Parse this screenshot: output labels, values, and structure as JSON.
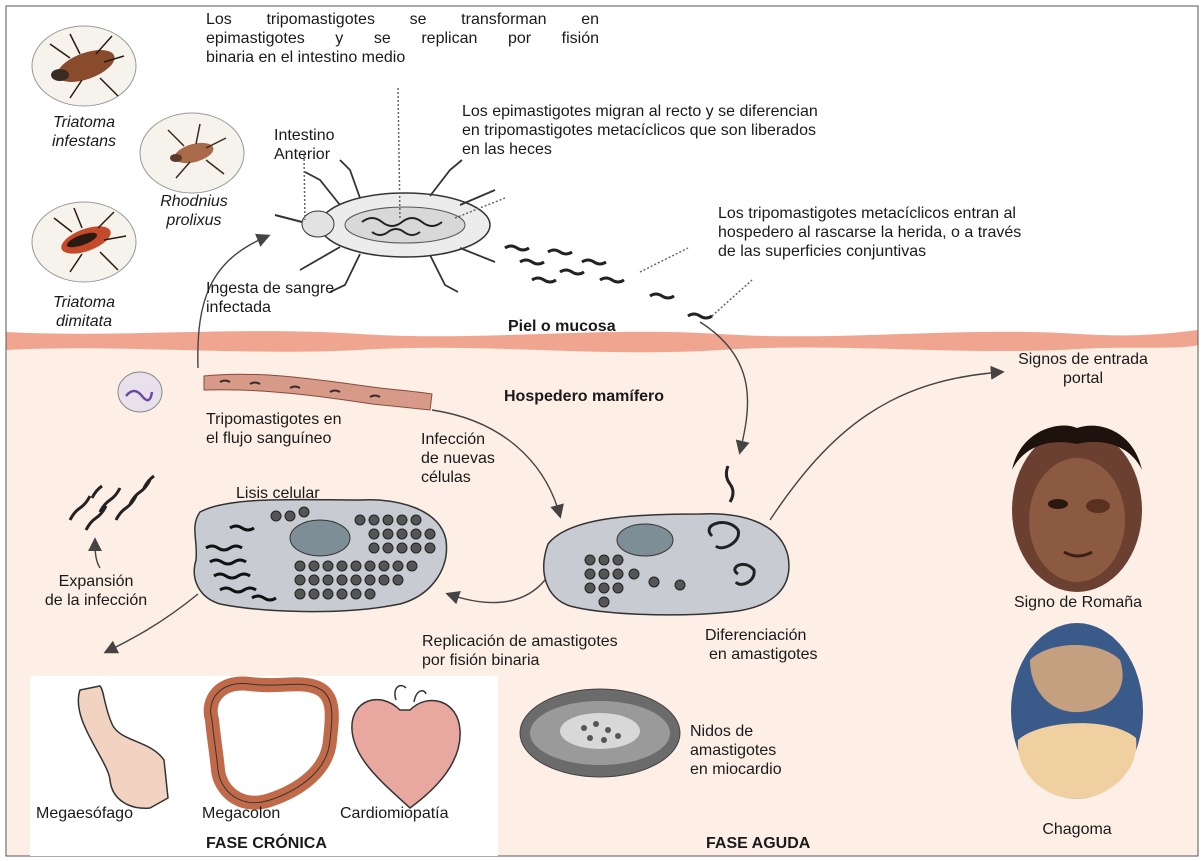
{
  "species": [
    {
      "label": "Triatoma infestans",
      "lines": [
        "Triatoma",
        "infestans"
      ]
    },
    {
      "label": "Rhodnius prolixus",
      "lines": [
        "Rhodnius",
        "prolixus"
      ]
    },
    {
      "label": "Triatoma dimitata",
      "lines": [
        "Triatoma",
        "dimitata"
      ]
    }
  ],
  "vector": {
    "intestino_anterior": [
      "Intestino",
      "Anterior"
    ],
    "transform_note": [
      "Los tripomastigotes se transforman en",
      "epimastigotes  y se replican por fisión",
      "binaria en el intestino medio"
    ],
    "migrate_note": [
      "Los epimastigotes migran al recto y se diferencian",
      "en tripomastigotes metacíclicos que son liberados",
      "en las heces"
    ],
    "enter_note": [
      "Los tripomastigotes metacíclicos entran al",
      "hospedero al rascarse la herida, o a través",
      "de las superficies conjuntivas"
    ],
    "ingesta": [
      "Ingesta de sangre",
      "infectada"
    ]
  },
  "host": {
    "skin_label": "Piel o mucosa",
    "host_label": "Hospedero mamífero",
    "tripo_blood": [
      "Tripomastigotes en",
      "el flujo sanguíneo"
    ],
    "infection_new_cells": [
      "Infección",
      "de nuevas",
      "células"
    ],
    "lisis": "Lisis celular",
    "expansion": [
      "Expansión",
      "de la infección"
    ],
    "replication": [
      "Replicación de amastigotes",
      "por fisión binaria"
    ],
    "differentiation": [
      "Diferenciación",
      "en amastigotes"
    ],
    "nidos": [
      "Nidos de",
      "amastigotes",
      "en miocardio"
    ],
    "portal_entry": [
      "Signos de entrada",
      "portal"
    ],
    "romana": "Signo de Romaña",
    "chagoma": "Chagoma"
  },
  "chronic": {
    "organs": [
      "Megaesófago",
      "Megacolon",
      "Cardiomiopatía"
    ],
    "phase_label": "FASE CRÓNICA"
  },
  "acute": {
    "phase_label": "FASE AGUDA"
  },
  "colors": {
    "host_bg": "#fdeee6",
    "skin_band": "#f0a591",
    "bug_red": "#c44a2a",
    "cell_fill": "#c8ccd2"
  }
}
